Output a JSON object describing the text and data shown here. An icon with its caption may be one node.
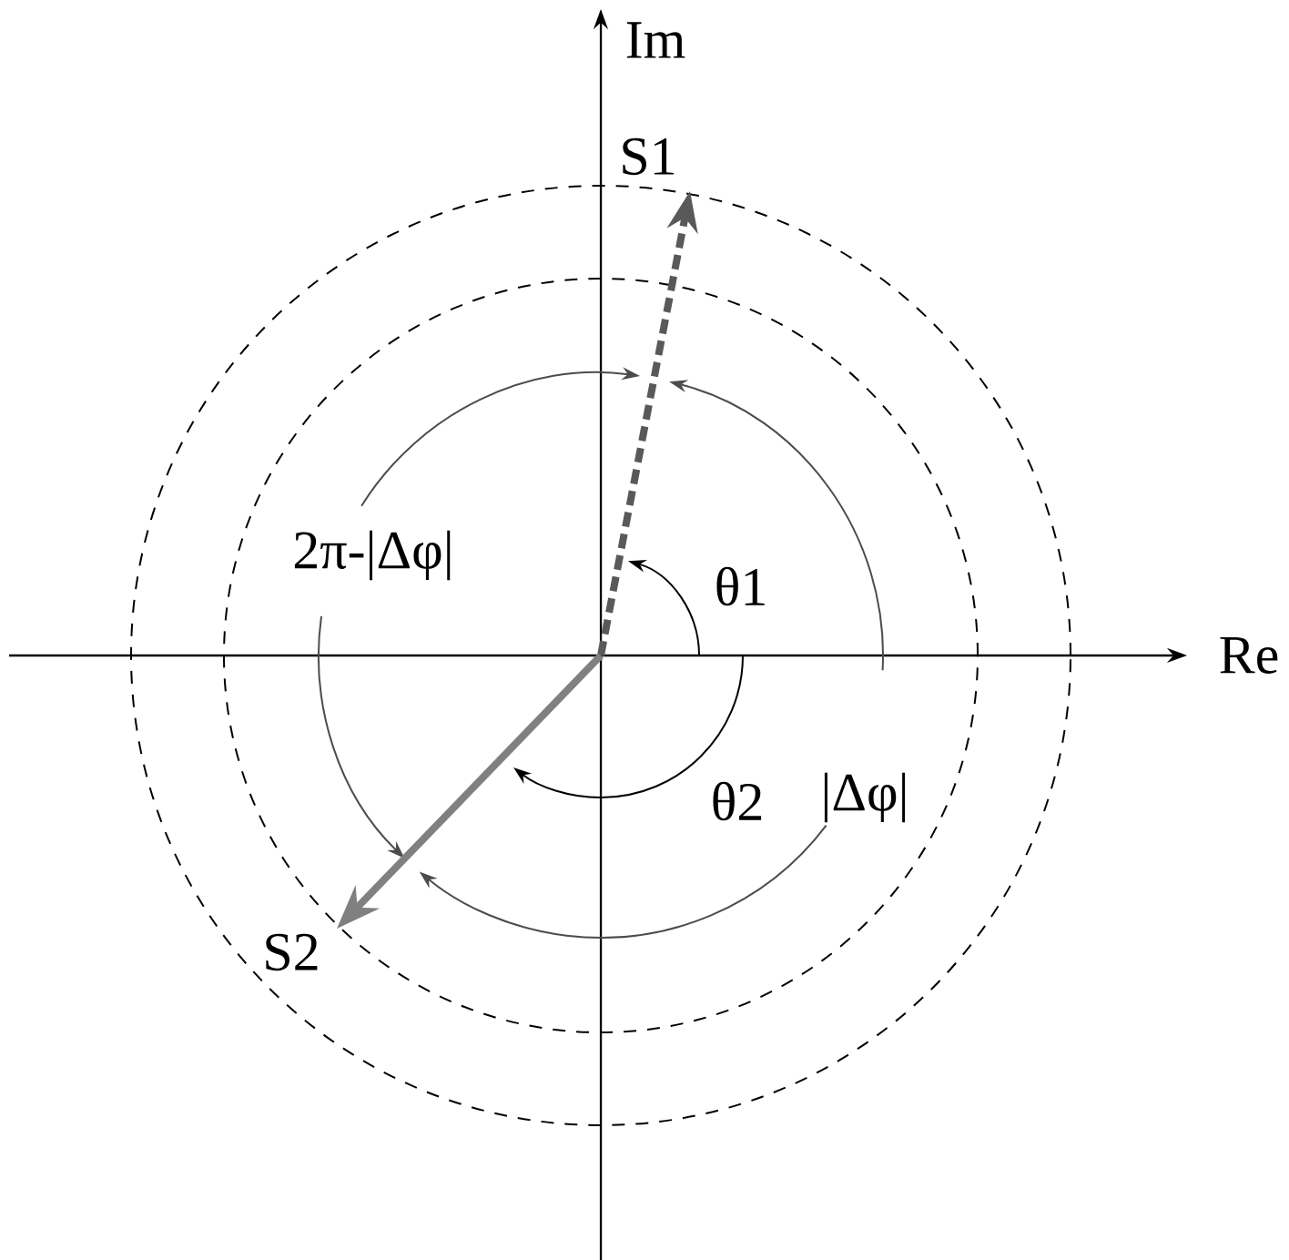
{
  "diagram": {
    "labels": [
      "Im",
      "S1",
      "2π-|Δφ|",
      "θ1",
      "Re",
      "θ2",
      "|Δφ|",
      "S2"
    ]
  }
}
